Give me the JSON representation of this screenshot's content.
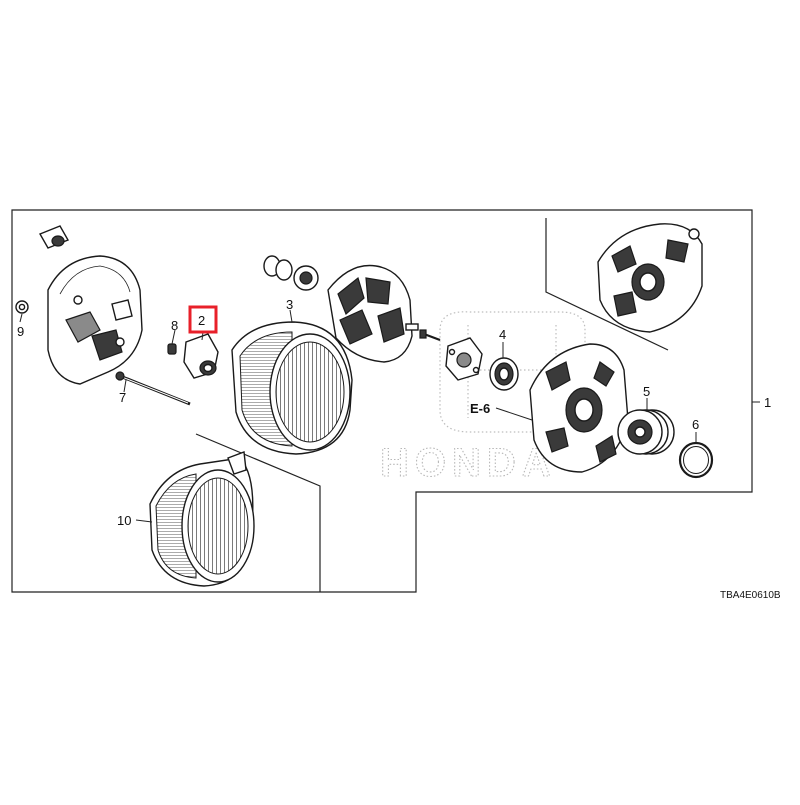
{
  "diagram": {
    "code": "TBA4E0610B",
    "watermark": "HONDA",
    "reference": "E-6",
    "highlight_color": "#e8202a",
    "callouts": {
      "c1": "1",
      "c2": "2",
      "c3": "3",
      "c4": "4",
      "c5": "5",
      "c6": "6",
      "c7": "7",
      "c8": "8",
      "c9": "9",
      "c10": "10"
    },
    "highlighted_callout": "2"
  }
}
